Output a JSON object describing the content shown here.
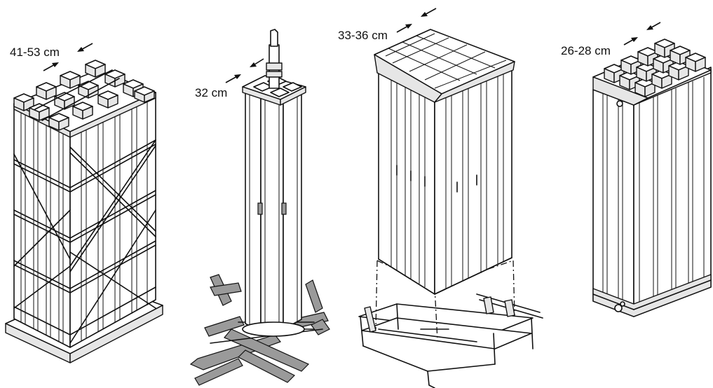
{
  "figure": {
    "assemblies": [
      {
        "id": "assembly-1",
        "dimension_label": "41-53 cm"
      },
      {
        "id": "assembly-2",
        "dimension_label": "32 cm"
      },
      {
        "id": "assembly-3",
        "dimension_label": "33-36 cm"
      },
      {
        "id": "assembly-4",
        "dimension_label": "26-28 cm"
      }
    ]
  }
}
